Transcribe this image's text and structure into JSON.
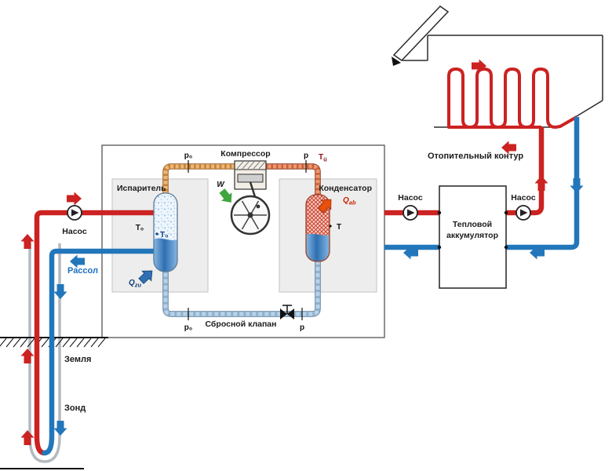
{
  "labels": {
    "compressor": "Компрессор",
    "evaporator": "Испаритель",
    "condenser": "Конденсатор",
    "relief_valve": "Сбросной клапан",
    "pump_ground": "Насос",
    "pump_acc_left": "Насос",
    "pump_acc_right": "Насос",
    "brine": "Рассол",
    "ground": "Земля",
    "probe": "Зонд",
    "accumulator_line1": "Тепловой",
    "accumulator_line2": "аккумулятор",
    "heating_circuit": "Отопительный контур"
  },
  "symbols": {
    "p0_suction": "p₀",
    "p_discharge": "p",
    "p0_valve": "p₀",
    "p_valve": "p",
    "t0_brine": "T₀",
    "t0_evaporator": "T₀",
    "t_condenser": "T",
    "t_superheat_main": "T",
    "t_superheat_sub": "ü",
    "work": "W",
    "q_in_main": "Q",
    "q_in_sub": "zu",
    "q_out_main": "Q",
    "q_out_sub": "ab"
  },
  "colors": {
    "hot_pipe": "#cc2222",
    "cold_pipe": "#2277bb",
    "vapor_pipe": "#e0a060",
    "expansion_pipe": "#b8d2e8",
    "work_arrow": "#3fa53f",
    "heat_out_arrow": "#e8500e",
    "heat_in_arrow": "#2f6fb5"
  }
}
